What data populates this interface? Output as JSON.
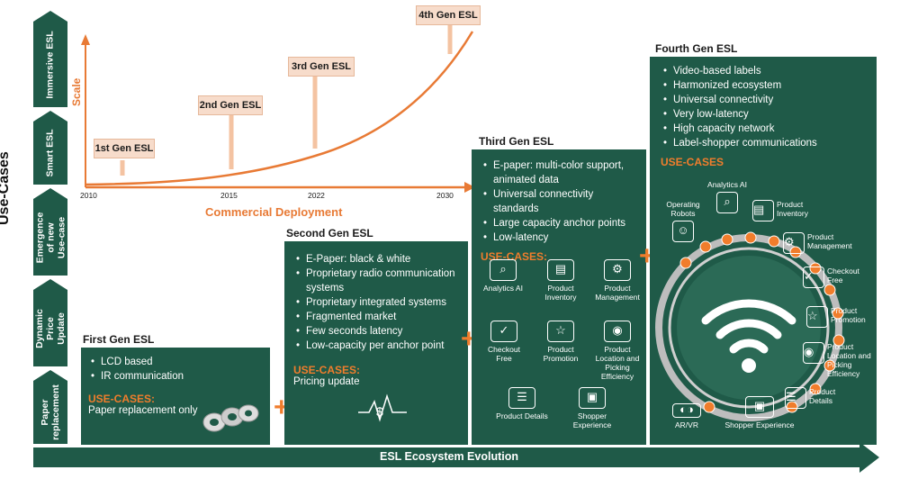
{
  "y_axis_title": "Use-Cases",
  "stages": [
    "Immersive ESL",
    "Smart ESL",
    "Emergence of new Use-case",
    "Dynamic Price Update",
    "Paper replacement"
  ],
  "chart": {
    "scale_label": "Scale",
    "x_title": "Commercial Deployment",
    "ticks": [
      "2010",
      "2015",
      "2022",
      "2030"
    ],
    "gens": [
      "1st Gen ESL",
      "2nd Gen ESL",
      "3rd Gen ESL",
      "4th Gen ESL"
    ]
  },
  "gen1": {
    "title": "First Gen ESL",
    "bullets": [
      "LCD based",
      "IR communication"
    ],
    "use_cases_label": "USE-CASES:",
    "use_case": "Paper replacement only"
  },
  "gen2": {
    "title": "Second Gen ESL",
    "bullets": [
      "E-Paper: black & white",
      "Proprietary radio communication systems",
      "Proprietary integrated systems",
      "Fragmented market",
      "Few seconds latency",
      "Low-capacity per anchor point"
    ],
    "use_cases_label": "USE-CASES:",
    "use_case": "Pricing update"
  },
  "gen3": {
    "title": "Third Gen ESL",
    "bullets": [
      "E-paper: multi-color support, animated data",
      "Universal connectivity standards",
      "Large capacity anchor points",
      "Low-latency"
    ],
    "use_cases_label": "USE-CASES:",
    "icons": [
      "Analytics AI",
      "Product Inventory",
      "Product Management",
      "Checkout Free",
      "Product Promotion",
      "Product Location and Picking Efficiency",
      "Product Details",
      "Shopper Experience"
    ]
  },
  "gen4": {
    "title": "Fourth Gen ESL",
    "bullets": [
      "Video-based labels",
      "Harmonized ecosystem",
      "Universal connectivity",
      "Very low-latency",
      "High capacity network",
      "Label-shopper communications"
    ],
    "use_cases_label": "USE-CASES",
    "icons": [
      "Operating Robots",
      "Analytics AI",
      "Product Inventory",
      "Product Management",
      "Checkout Free",
      "Product Promotion",
      "Product Location and Picking Efficiency",
      "Product Details",
      "Shopper Experience",
      "AR/VR"
    ]
  },
  "evolution_label": "ESL Ecosystem Evolution",
  "colors": {
    "green": "#1f5a48",
    "orange": "#f07d2c"
  }
}
